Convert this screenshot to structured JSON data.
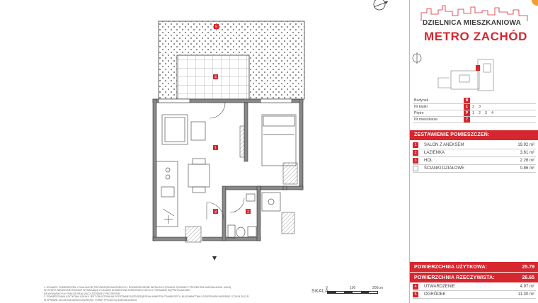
{
  "brand": {
    "line1": "DZIELNICA MIESZKANIOWA",
    "line2": "METRO ZACHÓD",
    "accent": "#d6262e",
    "top_code": "..."
  },
  "plan": {
    "room_labels": [
      "5",
      "4",
      "1",
      "2",
      "3"
    ]
  },
  "params": [
    {
      "label": "Budynek",
      "values": [
        "B"
      ],
      "active": 0
    },
    {
      "label": "Nr klatki",
      "values": [
        "1",
        "2",
        "3"
      ],
      "active": 0
    },
    {
      "label": "Piętro",
      "values": [
        "P",
        "1",
        "2",
        "3",
        "4"
      ],
      "active": 0
    },
    {
      "label": "Nr mieszkania",
      "values": [
        "7"
      ],
      "active": 0
    }
  ],
  "rooms_header": "ZESTAWIENIE POMIESZCZEŃ:",
  "rooms": [
    {
      "num": "1",
      "name": "SALON Z ANEKSEM",
      "area": "19.92 m²"
    },
    {
      "num": "2",
      "name": "ŁAZIENKA",
      "area": "3.61 m²"
    },
    {
      "num": "3",
      "name": "HOL",
      "area": "2.26 m²"
    },
    {
      "num": "",
      "name": "ŚCIANKI DZIAŁOWE",
      "area": "0.86 m²"
    }
  ],
  "totals": {
    "usable_label": "POWIERZCHNIA UŻYTKOWA:",
    "usable_value": "25.79",
    "real_label": "POWIERZCHNIA RZECZYWISTA:",
    "real_value": "26.65"
  },
  "extras": [
    {
      "num": "4",
      "name": "UTWARDZENIE",
      "area": "4.97 m²"
    },
    {
      "num": "5",
      "name": "OGRÓDEK",
      "area": "11.30 m²"
    }
  ],
  "scale": {
    "label": "SKALA:",
    "ticks": [
      "0",
      "100",
      "200cm"
    ]
  },
  "notes": [
    "1. WYMIARY POMIESZCZEŃ, LOKALIZACJĘ PRZYBORÓW SANITARNYCH, ROZMIESZCZENIE INSTALACJI PODANO ZGODNIE Z PROJEKTEM BUDOWLANYM. MOGĄ",
    "   WYSTĄPIĆ NIEWIELKIE RÓŻNICE WYNIKAJĄCE Z UKŁADU ELEMENTÓW KONSTRUKCYJNYCH, POKAZANE SĄ PRZYKŁADOWO",
    "   NA WYMIARACH W TRAKCIE REALIZACJI ZGODNIE Z PROJEKTEM",
    "2. POWIERZCHNIA UŻYTKOWA LOKALU JEST OBLICZONA NA PODSTAWIE ROZPORZĄDZENIA MINISTRA TRANSPORTU, BUDOWNICTWA I GOSPODARKI MORSKIEJ Z 25.04.2012 R.",
    "   W SPRAWIE SZCZEGÓŁOWEGO ZAKRESU I FORMY PROJEKTU BUDOWLANEGO"
  ]
}
